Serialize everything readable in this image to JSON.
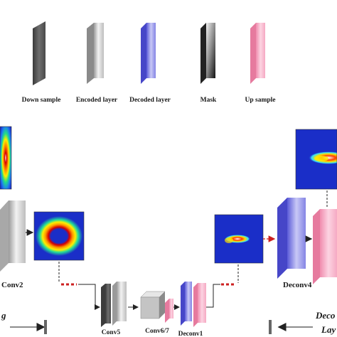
{
  "legend": {
    "items": [
      {
        "label": "Down sample",
        "kind": "downsample"
      },
      {
        "label": "Encoded layer",
        "kind": "encoded"
      },
      {
        "label": "Decoded layer",
        "kind": "decoded"
      },
      {
        "label": "Mask",
        "kind": "mask"
      },
      {
        "label": "Up sample",
        "kind": "upsample"
      }
    ]
  },
  "nodes": {
    "conv2": "Conv2",
    "conv5": "Conv5",
    "conv67": "Conv6/7",
    "deconv1": "Deconv1",
    "deconv4": "Deconv4"
  },
  "side_labels": {
    "left": "g",
    "right_top": "Deco",
    "right_bottom": "Lay"
  },
  "colors": {
    "downsample": "#5a5a5a",
    "encoded": "#d9d9d9",
    "decoded": "#8e8ee8",
    "upsample": "#f4a6bf",
    "heatmap_bg": "#1a2ec8",
    "heatmap_hot": "#d60000",
    "arrow_red": "#cc1f1f",
    "connector": "#222222"
  }
}
